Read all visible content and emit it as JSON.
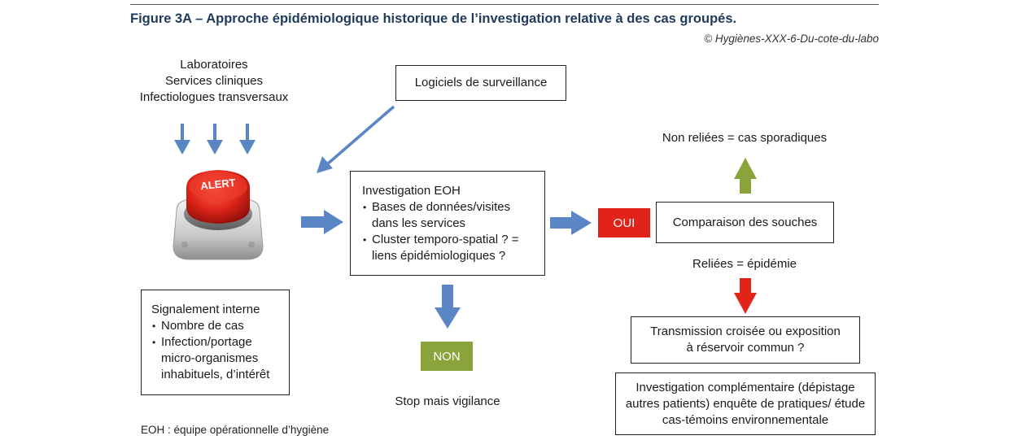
{
  "figure": {
    "title": "Figure 3A – Approche épidémiologique historique de l’investigation relative à des cas groupés.",
    "copyright": "© Hygiènes-XXX-6-Du-cote-du-labo"
  },
  "sources": [
    "Laboratoires",
    "Services cliniques",
    "Infectiologues transversaux"
  ],
  "surveillance_box": {
    "label": "Logiciels de surveillance"
  },
  "alert_button": {
    "label": "ALERT"
  },
  "internal_report": {
    "title": "Signalement interne",
    "items": [
      "Nombre de cas",
      "Infection/portage micro-organismes inhabituels, d’intérêt"
    ]
  },
  "investigation": {
    "title": "Investigation EOH",
    "items": [
      "Bases de données/visites dans les services",
      "Cluster temporo-spatial ? = liens épidémiologiques ?"
    ]
  },
  "no_branch": {
    "tag": "NON",
    "outcome": "Stop mais vigilance"
  },
  "yes_branch": {
    "tag": "OUI"
  },
  "comparison": {
    "label": "Comparaison des souches",
    "unrelated": "Non reliées = cas sporadiques",
    "related": "Reliées = épidémie"
  },
  "transmission": {
    "label": "Transmission croisée ou exposition à réservoir commun ?"
  },
  "complementary": {
    "label": "Investigation complémentaire (dépistage autres patients) enquête de pratiques/ étude cas-témoins environnementale"
  },
  "footnote": "EOH : équipe opérationnelle d’hygiène",
  "colors": {
    "title": "#1f3b5c",
    "arrow_blue": "#5b86c5",
    "arrow_green": "#8aa33a",
    "arrow_red": "#e2231a",
    "oui_tag": "#e2231a",
    "non_tag": "#8aa33a"
  }
}
